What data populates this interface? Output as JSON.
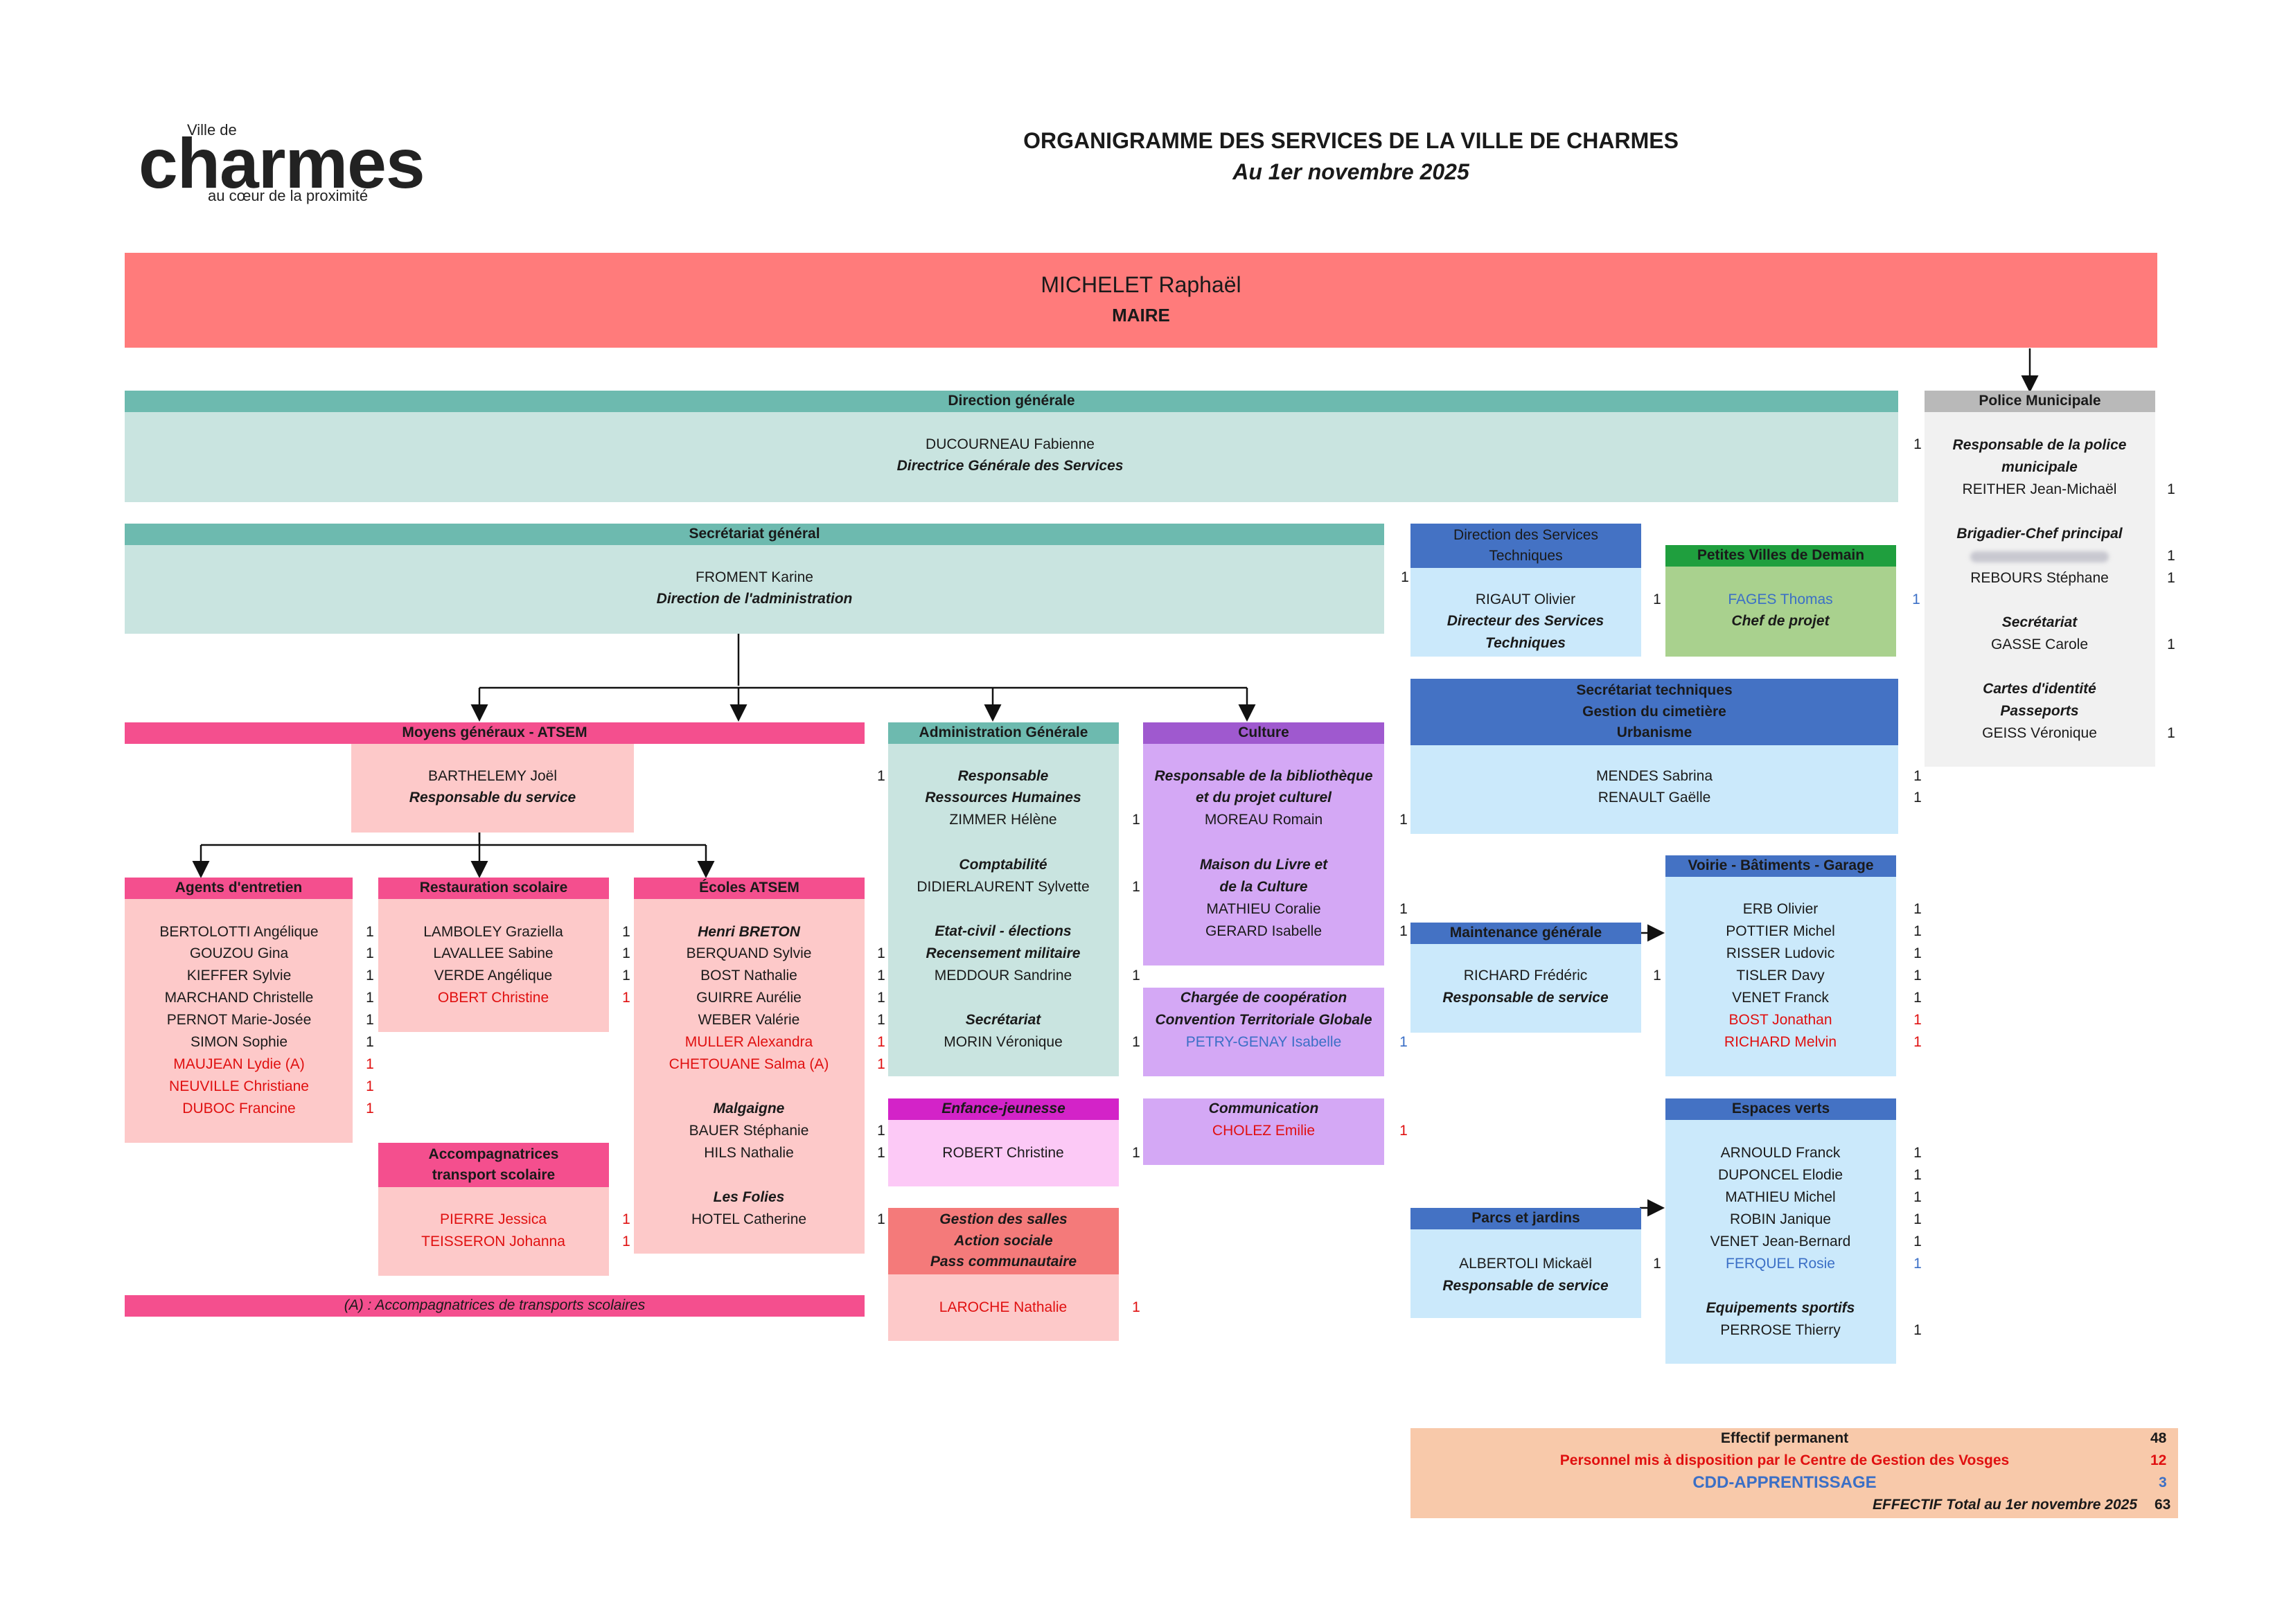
{
  "logo": {
    "line1": "Ville de",
    "word": "charmes",
    "tagline": "au cœur de la proximité"
  },
  "title": "ORGANIGRAMME DES SERVICES DE LA VILLE DE CHARMES",
  "subtitle": "Au 1er novembre 2025",
  "colors": {
    "mayor": "#ff7b7b",
    "teal_hdr": "#6dbaaf",
    "teal_body": "#c9e4e0",
    "pink_hdr": "#f44f8e",
    "pink_body": "#fdc9c9",
    "purple_hdr": "#9f59cf",
    "purple_body": "#d4a8f5",
    "blue_hdr": "#4472c4",
    "blue_body": "#cbe9fb",
    "green_hdr": "#1f9f3e",
    "green_body": "#a9d18e",
    "grey_hdr": "#b9b9b9",
    "grey_body": "#f1f1f1",
    "salmon": "#f8c9aa"
  },
  "mayor": {
    "name": "MICHELET Raphaël",
    "role": "MAIRE"
  },
  "direction_generale": {
    "title": "Direction générale",
    "name": "DUCOURNEAU Fabienne",
    "role": "Directrice Générale des Services",
    "count": "1"
  },
  "secretariat": {
    "title": "Secrétariat général",
    "name": "FROMENT Karine",
    "role": "Direction de l'administration",
    "count": "1"
  },
  "moyens": {
    "title": "Moyens généraux - ATSEM",
    "name": "BARTHELEMY Joël",
    "role": "Responsable du service",
    "count": "1"
  },
  "agents": {
    "title": "Agents d'entretien",
    "people": [
      {
        "name": "BERTOLOTTI Angélique",
        "count": "1"
      },
      {
        "name": "GOUZOU Gina",
        "count": "1"
      },
      {
        "name": "KIEFFER Sylvie",
        "count": "1"
      },
      {
        "name": "MARCHAND Christelle",
        "count": "1"
      },
      {
        "name": "PERNOT Marie-Josée",
        "count": "1"
      },
      {
        "name": "SIMON Sophie",
        "count": "1"
      },
      {
        "name": "MAUJEAN Lydie (A)",
        "count": "1"
      },
      {
        "name": "NEUVILLE Christiane",
        "count": "1"
      },
      {
        "name": "DUBOC Francine",
        "count": "1"
      }
    ]
  },
  "restauration": {
    "title": "Restauration scolaire",
    "people": [
      {
        "name": "LAMBOLEY Graziella",
        "count": "1"
      },
      {
        "name": "LAVALLEE Sabine",
        "count": "1"
      },
      {
        "name": "VERDE Angélique",
        "count": "1"
      },
      {
        "name": "OBERT Christine",
        "count": "1"
      }
    ]
  },
  "accompagnatrices": {
    "title_l1": "Accompagnatrices",
    "title_l2": "transport scolaire",
    "people": [
      {
        "name": "PIERRE Jessica",
        "count": "1"
      },
      {
        "name": "TEISSERON Johanna",
        "count": "1"
      }
    ]
  },
  "ecoles": {
    "title": "Écoles ATSEM",
    "group1": "Henri BRETON",
    "people1": [
      {
        "name": "BERQUAND Sylvie",
        "count": "1"
      },
      {
        "name": "BOST Nathalie",
        "count": "1"
      },
      {
        "name": "GUIRRE Aurélie",
        "count": "1"
      },
      {
        "name": "WEBER Valérie",
        "count": "1"
      },
      {
        "name": "MULLER Alexandra",
        "count": "1"
      },
      {
        "name": "CHETOUANE Salma (A)",
        "count": "1"
      }
    ],
    "group2": "Malgaigne",
    "people2": [
      {
        "name": "BAUER Stéphanie",
        "count": "1"
      },
      {
        "name": "HILS Nathalie",
        "count": "1"
      }
    ],
    "group3": "Les Folies",
    "people3": [
      {
        "name": "HOTEL Catherine",
        "count": "1"
      }
    ]
  },
  "footnote": "(A)  : Accompagnatrices de transports scolaires",
  "admin": {
    "title": "Administration Générale",
    "rh_l1": "Responsable",
    "rh_l2": "Ressources Humaines",
    "rh_name": "ZIMMER Hélène",
    "rh_count": "1",
    "compta": "Comptabilité",
    "compta_name": "DIDIERLAURENT Sylvette",
    "compta_count": "1",
    "etat_l1": "Etat-civil - élections",
    "etat_l2": "Recensement militaire",
    "etat_name": "MEDDOUR Sandrine",
    "etat_count": "1",
    "secr": "Secrétariat",
    "secr_name": "MORIN Véronique",
    "secr_count": "1"
  },
  "enfance": {
    "title": "Enfance-jeunesse",
    "name": "ROBERT Christine",
    "count": "1"
  },
  "salles": {
    "l1": "Gestion des salles",
    "l2": "Action sociale",
    "l3": "Pass communautaire",
    "name": "LAROCHE Nathalie",
    "count": "1"
  },
  "culture": {
    "title": "Culture",
    "b_l1": "Responsable de la bibliothèque",
    "b_l2": "et du projet culturel",
    "b_name": "MOREAU Romain",
    "b_count": "1",
    "m_l1": "Maison du Livre et",
    "m_l2": "de la Culture",
    "m_name1": "MATHIEU Coralie",
    "m_count1": "1",
    "m_name2": "GERARD Isabelle",
    "m_count2": "1"
  },
  "cooperation": {
    "l1": "Chargée de coopération",
    "l2": "Convention Territoriale Globale",
    "name": "PETRY-GENAY Isabelle",
    "count": "1"
  },
  "communication": {
    "title": "Communication",
    "name": "CHOLEZ Emilie",
    "count": "1"
  },
  "dst": {
    "title_l1": "Direction des Services",
    "title_l2": "Techniques",
    "name": "RIGAUT Olivier",
    "role_l1": "Directeur des Services",
    "role_l2": "Techniques",
    "count": "1"
  },
  "pvd": {
    "title": "Petites Villes de Demain",
    "name": "FAGES Thomas",
    "role": "Chef de projet",
    "count": "1"
  },
  "sec_tech": {
    "l1": "Secrétariat techniques",
    "l2": "Gestion du cimetière",
    "l3": "Urbanisme",
    "people": [
      {
        "name": "MENDES Sabrina",
        "count": "1"
      },
      {
        "name": "RENAULT Gaëlle",
        "count": "1"
      }
    ]
  },
  "maintenance": {
    "title": "Maintenance générale",
    "name": "RICHARD Frédéric",
    "role": "Responsable de service",
    "count": "1"
  },
  "voirie": {
    "title": "Voirie - Bâtiments - Garage",
    "people": [
      {
        "name": "ERB Olivier",
        "count": "1"
      },
      {
        "name": "POTTIER Michel",
        "count": "1"
      },
      {
        "name": "RISSER Ludovic",
        "count": "1"
      },
      {
        "name": "TISLER Davy",
        "count": "1"
      },
      {
        "name": "VENET Franck",
        "count": "1"
      },
      {
        "name": "BOST Jonathan",
        "count": "1"
      },
      {
        "name": "RICHARD Melvin",
        "count": "1"
      }
    ]
  },
  "parcs": {
    "title": "Parcs et jardins",
    "name": "ALBERTOLI Mickaël",
    "role": "Responsable de service",
    "count": "1"
  },
  "espaces": {
    "title": "Espaces verts",
    "people": [
      {
        "name": "ARNOULD Franck",
        "count": "1"
      },
      {
        "name": "DUPONCEL Elodie",
        "count": "1"
      },
      {
        "name": "MATHIEU Michel",
        "count": "1"
      },
      {
        "name": "ROBIN Janique",
        "count": "1"
      },
      {
        "name": "VENET Jean-Bernard",
        "count": "1"
      },
      {
        "name": "FERQUEL Rosie",
        "count": "1"
      }
    ],
    "sub": "Equipements sportifs",
    "sub_name": "PERROSE Thierry",
    "sub_count": "1"
  },
  "police": {
    "title": "Police Municipale",
    "r_l1": "Responsable de la police",
    "r_l2": "municipale",
    "r_name": "REITHER Jean-Michaël",
    "r_count": "1",
    "b": "Brigadier-Chef principal",
    "b_count1": "1",
    "b_name": "REBOURS Stéphane",
    "b_count2": "1",
    "s": "Secrétariat",
    "s_name": "GASSE Carole",
    "s_count": "1",
    "c_l1": "Cartes d'identité",
    "c_l2": "Passeports",
    "c_name": "GEISS Véronique",
    "c_count": "1"
  },
  "effectif": {
    "l1": "Effectif permanent",
    "v1": "48",
    "l2": "Personnel mis à disposition par le Centre de Gestion des Vosges",
    "v2": "12",
    "l3": "CDD-APPRENTISSAGE",
    "v3": "3",
    "l4": "EFFECTIF Total au 1er novembre 2025",
    "v4": "63"
  }
}
